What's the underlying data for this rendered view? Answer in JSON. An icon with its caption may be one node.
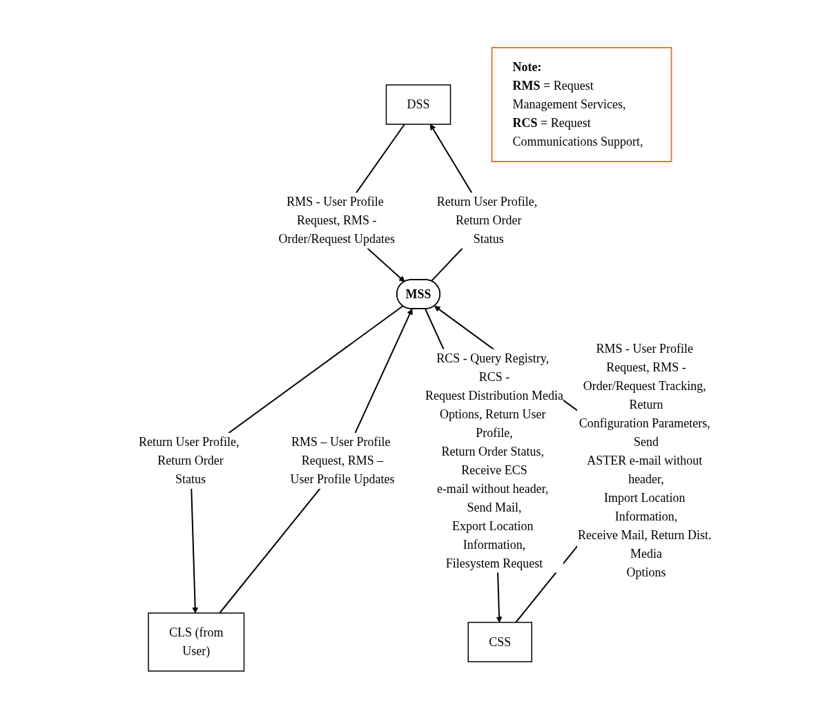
{
  "diagram": {
    "nodes": [
      {
        "text": [
          "DSS"
        ]
      },
      {
        "text": [
          "CLS (from User)"
        ]
      },
      {
        "text": [
          "MSS"
        ]
      },
      {
        "text": [
          "CSS"
        ]
      },
      {
        "text": [
          "Note:",
          "**RMS** = Request Management Services,",
          "**RCS** = Request Communications Support,"
        ]
      }
    ],
    "edges": [
      {
        "from": 2,
        "to": 0,
        "arrow": "to",
        "label": "Return User Profile, Return Order Status"
      },
      {
        "from": 0,
        "to": 2,
        "arrow": "to",
        "label": "RMS - User Profile Request, RMS - Order/Request Updates"
      },
      {
        "from": 1,
        "to": 2,
        "arrow": "to",
        "label": "RMS – User Profile Request, RMS – User Profile Updates"
      },
      {
        "from": 2,
        "to": 1,
        "arrow": "to",
        "label": "Return User Profile, Return Order Status"
      },
      {
        "from": 2,
        "to": 3,
        "arrow": "to",
        "label": "RCS - Query Registry, RCS - Request Distribution Media Options, Return User Profile, Return Order Status, Receive ECS e-mail without header, Send Mail, Export Location Information, Filesystem Request"
      },
      {
        "from": 3,
        "to": 2,
        "arrow": "to",
        "label": "RMS - User Profile Request, RMS - Order/Request Tracking, Return Configuration Parameters, Send ASTER e-mail without header, Import Location Information, Receive Mail, Return Dist. Media Options"
      }
    ]
  }
}
